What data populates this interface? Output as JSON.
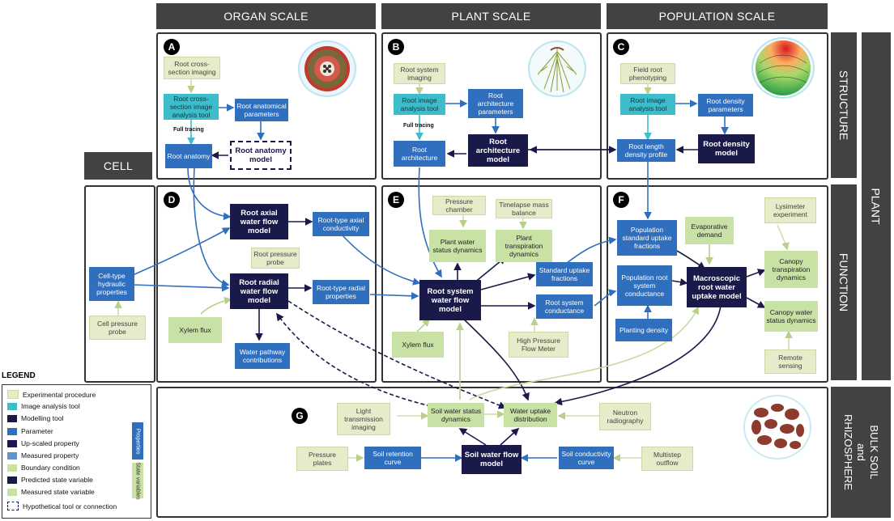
{
  "headers": {
    "organ_scale": "ORGAN SCALE",
    "plant_scale": "PLANT SCALE",
    "population_scale": "POPULATION SCALE",
    "cell": "CELL",
    "structure": "STRUCTURE",
    "function": "FUNCTION",
    "plant": "PLANT",
    "bulk_soil_line1": "BULK SOIL",
    "bulk_soil_line2": "and",
    "bulk_soil_line3": "RHIZOSPHERE"
  },
  "panels": {
    "A": "A",
    "B": "B",
    "C": "C",
    "D": "D",
    "E": "E",
    "F": "F",
    "G": "G"
  },
  "nodes": {
    "a_imaging": "Root cross-section imaging",
    "a_tool": "Root cross-section image analysis tool",
    "a_params": "Root anatomical parameters",
    "a_full_tracing": "Full tracing",
    "a_anatomy": "Root anatomy",
    "a_model": "Root anatomy model",
    "b_imaging": "Root system imaging",
    "b_tool": "Root image analysis tool",
    "b_params": "Root architecture parameters",
    "b_full_tracing": "Full tracing",
    "b_arch": "Root architecture",
    "b_model": "Root architecture model",
    "c_pheno": "Field root phenotyping",
    "c_tool": "Root image analysis tool",
    "c_params": "Root density parameters",
    "c_profile": "Root length density profile",
    "c_model": "Root density model",
    "d_axial_model": "Root axial water flow model",
    "d_axial_cond": "Root-type axial conductivity",
    "d_pressure_probe": "Root pressure probe",
    "d_radial_model": "Root radial water flow model",
    "d_radial_props": "Root-type radial properties",
    "d_xylem": "Xylem flux",
    "d_pathway": "Water pathway contributions",
    "cell_hydraulic": "Cell-type hydraulic properties",
    "cell_probe": "Cell pressure probe",
    "e_chamber": "Pressure chamber",
    "e_timelapse": "Timelapse mass balance",
    "e_status": "Plant water status dynamics",
    "e_transp": "Plant transpiration dynamics",
    "e_std_fractions": "Standard uptake fractions",
    "e_model": "Root system water flow model",
    "e_conductance": "Root system conductance",
    "e_xylem": "Xylem flux",
    "e_hpfm": "High Pressure Flow Meter",
    "f_pop_fractions": "Population standard uptake fractions",
    "f_evap": "Evaporative demand",
    "f_lysimeter": "Lysimeter experiment",
    "f_canopy_transp": "Canopy transpiration dynamics",
    "f_pop_conductance": "Population root system conductance",
    "f_model": "Macroscopic root water uptake model",
    "f_canopy_status": "Canopy water status dynamics",
    "f_planting": "Planting density",
    "f_remote": "Remote sensing",
    "g_light": "Light transmission imaging",
    "g_soil_status": "Soil water status dynamics",
    "g_uptake_dist": "Water uptake distribution",
    "g_neutron": "Neutron radiography",
    "g_plates": "Pressure plates",
    "g_retention": "Soil retention curve",
    "g_model": "Soil water flow model",
    "g_conductivity": "Soil conductivity curve",
    "g_multistep": "Multistep outflow"
  },
  "legend": {
    "title": "LEGEND",
    "items": [
      "Experimental procedure",
      "Image analysis tool",
      "Modelling tool",
      "Parameter",
      "Up-scaled property",
      "Measured property",
      "Boundary condition",
      "Predicted state variable",
      "Measured state variable",
      "Hypothetical tool or connection"
    ],
    "properties_tag": "Properties",
    "state_tag": "State variables"
  },
  "colors": {
    "experimental": "#e6ecc9",
    "image_tool": "#3dbdcc",
    "parameter": "#2f6fbd",
    "model": "#191a4a",
    "state_variable": "#c8e2a6",
    "header": "#424242"
  },
  "icons": [
    "root-cross-section-illustration",
    "root-system-illustration",
    "root-density-map-illustration",
    "soil-aggregates-illustration"
  ]
}
